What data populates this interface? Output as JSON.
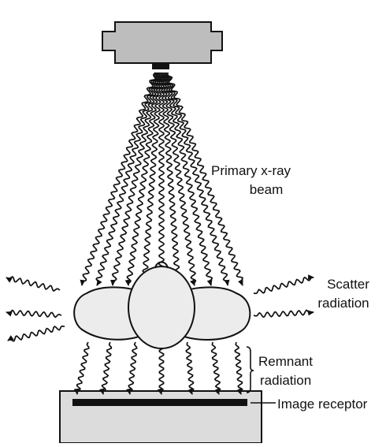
{
  "diagram": {
    "labels": {
      "primary_beam": [
        "Primary x-ray",
        "beam"
      ],
      "scatter": [
        "Scatter",
        "radiation"
      ],
      "remnant": [
        "Remnant",
        "radiation"
      ],
      "receptor": "Image receptor"
    },
    "colors": {
      "tube_fill": "#bdbdbd",
      "body_fill": "#ececec",
      "table_fill": "#dcdcdc",
      "receptor_fill": "#111111",
      "ray_stroke": "#111111"
    },
    "icons": {
      "tube": "x-ray-tube-icon",
      "patient": "patient-torso-icon",
      "receptor": "image-receptor-icon"
    }
  }
}
